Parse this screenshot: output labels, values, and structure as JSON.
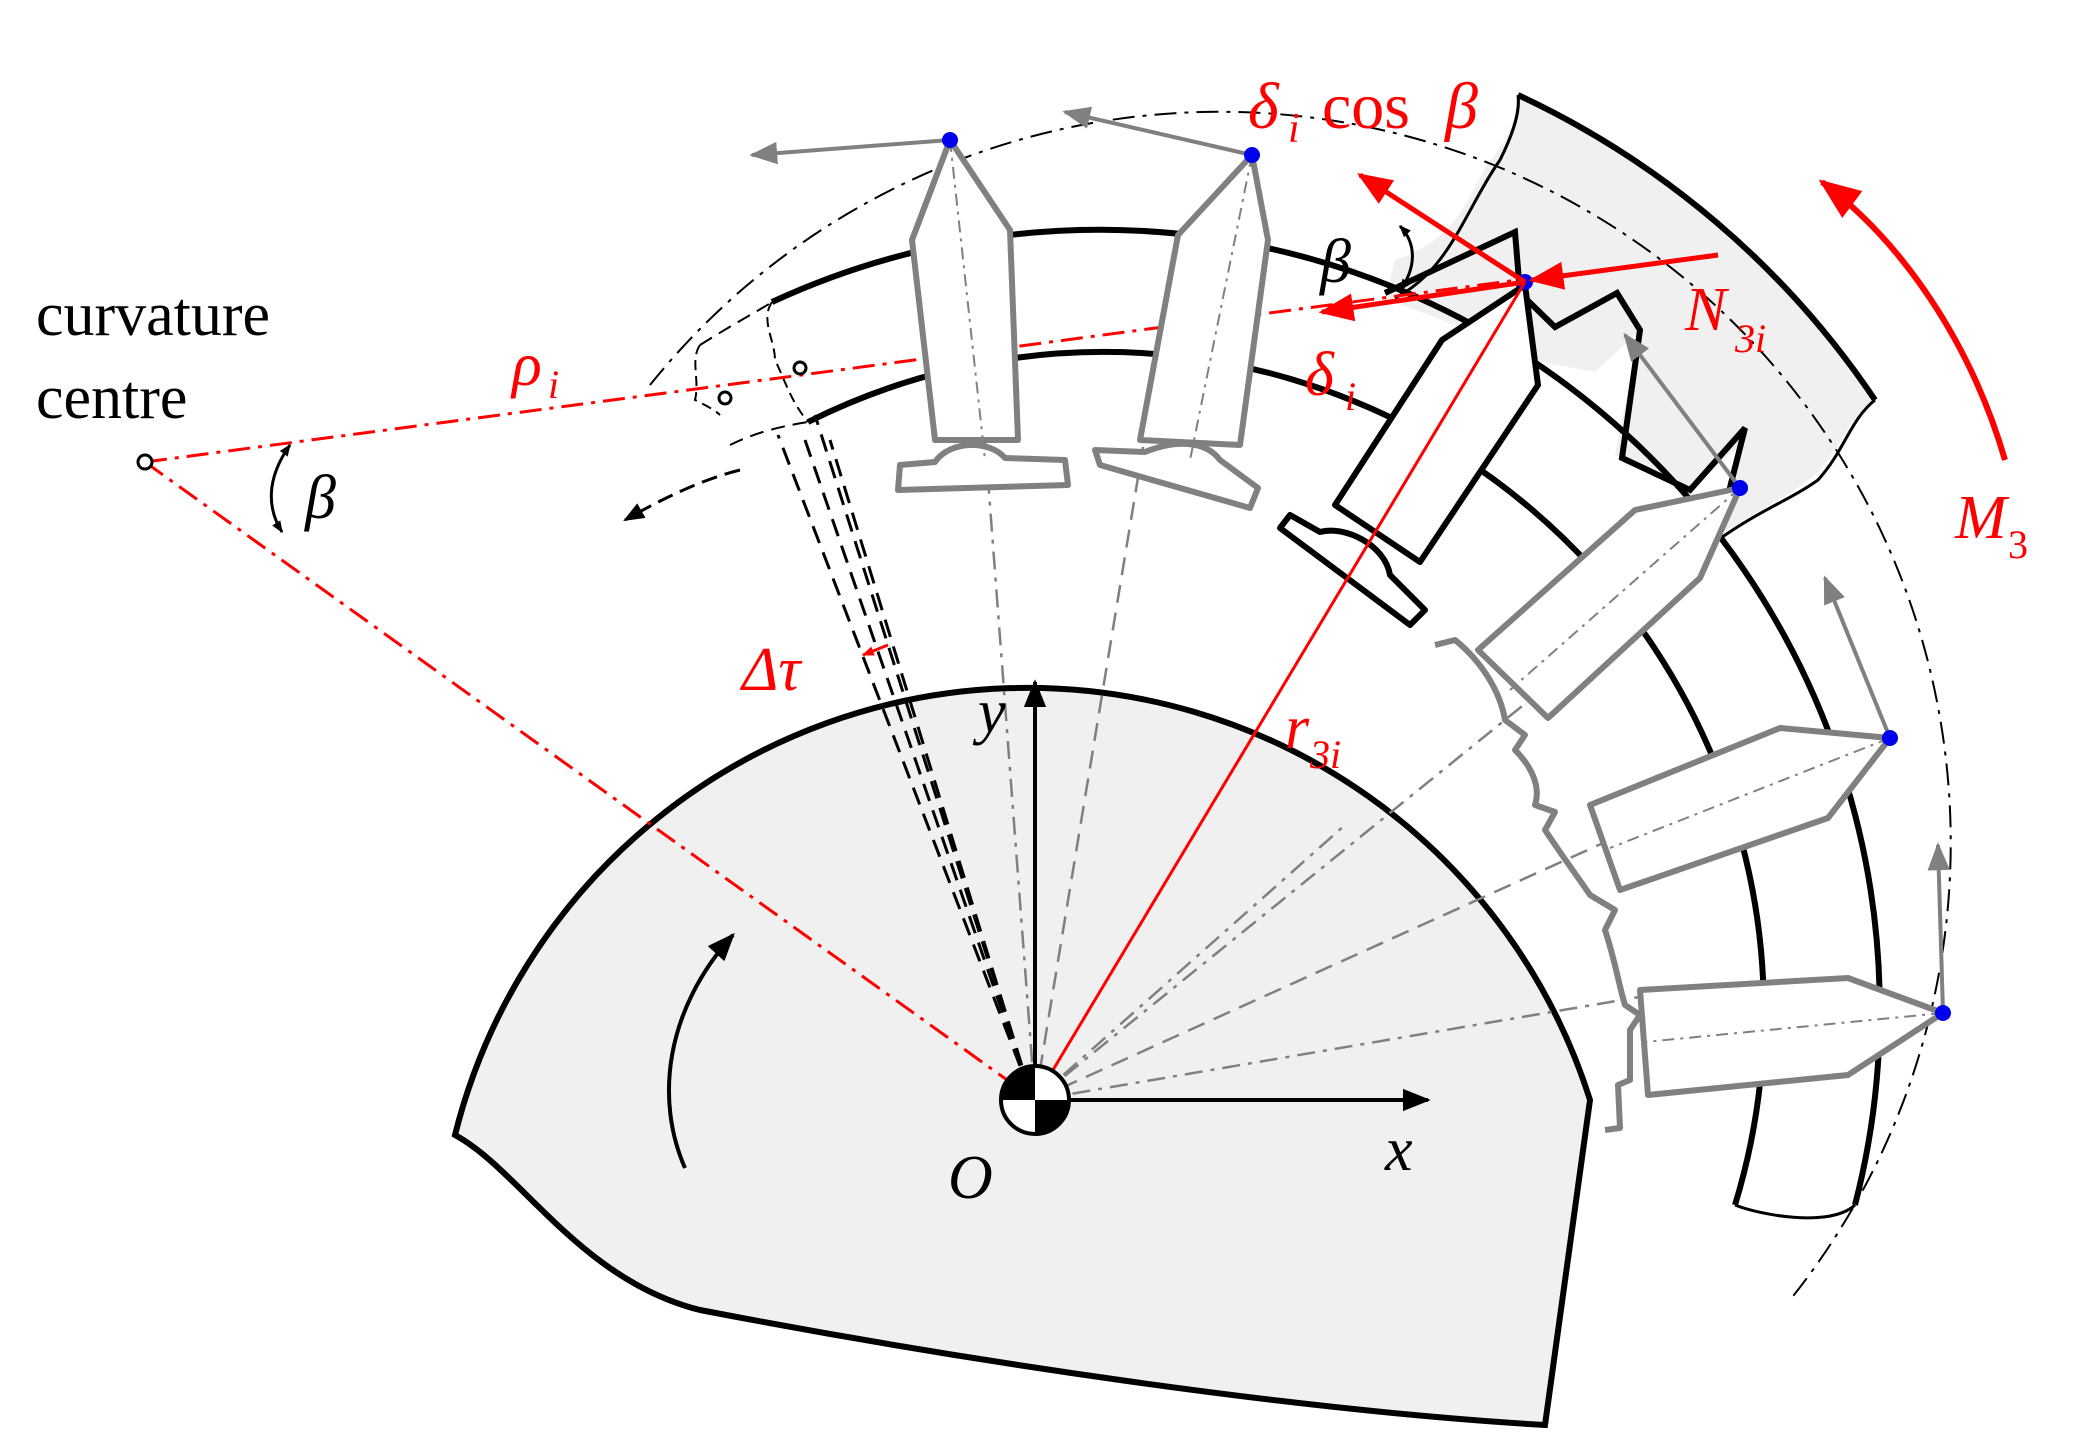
{
  "labels": {
    "curvature_line1": "curvature",
    "curvature_line2": "centre",
    "rho": "ρ",
    "rho_sub": "i",
    "beta_left": "β",
    "delta_cos_delta": "δ",
    "delta_cos_sub": "i",
    "delta_cos_word": "cos",
    "delta_cos_beta": "β",
    "beta_top": "β",
    "N": "N",
    "N_sub": "3i",
    "delta": "δ",
    "delta_sub": "i",
    "M": "M",
    "M_sub": "3",
    "delta_tau": "Δτ",
    "r": "r",
    "r_sub": "3i",
    "y_axis": "y",
    "x_axis": "x",
    "origin": "O"
  },
  "colors": {
    "accent": "#ff0000",
    "ink": "#000000",
    "grey": "#808080",
    "fill": "#f0f0f0",
    "point": "#0000ee"
  }
}
